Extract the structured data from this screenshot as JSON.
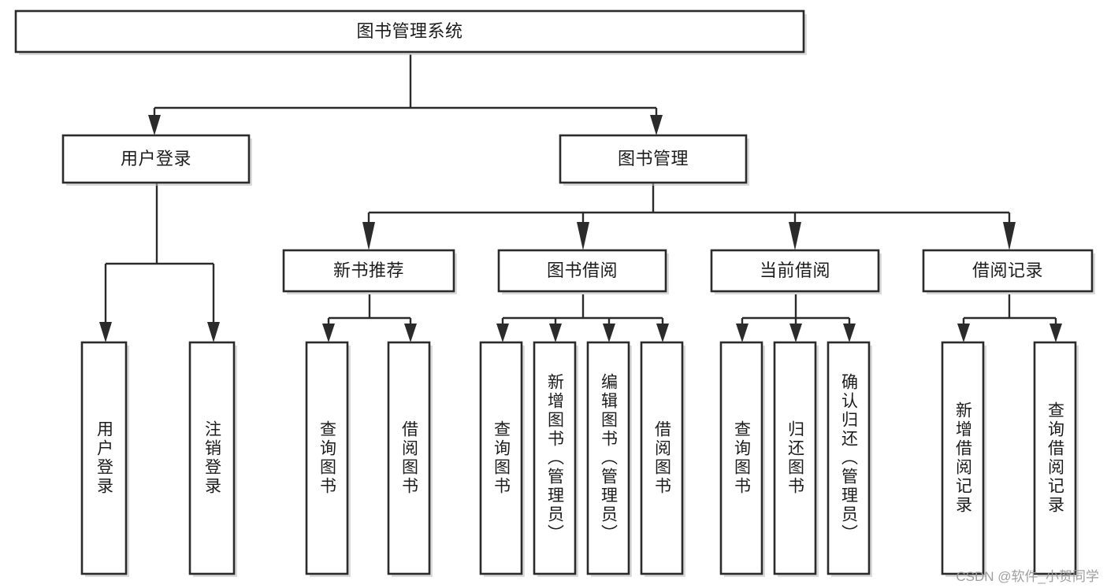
{
  "diagram": {
    "title": "图书管理系统",
    "type": "tree-hierarchy-diagram",
    "watermark": "CSDN @软件_小贺同学",
    "colors": {
      "stroke": "#2b2b2b",
      "fill": "#ffffff",
      "text": "#1c1c1c",
      "watermark": "#9a9a9a",
      "background": "#ffffff"
    },
    "levels": {
      "root": {
        "label": "图书管理系统"
      },
      "level2": [
        {
          "id": "user-login",
          "label": "用户登录"
        },
        {
          "id": "book-management",
          "label": "图书管理"
        }
      ],
      "level3": [
        {
          "id": "new-book-recommend",
          "label": "新书推荐",
          "parent": "book-management"
        },
        {
          "id": "book-borrow",
          "label": "图书借阅",
          "parent": "book-management"
        },
        {
          "id": "current-borrow",
          "label": "当前借阅",
          "parent": "book-management"
        },
        {
          "id": "borrow-record",
          "label": "借阅记录",
          "parent": "book-management"
        }
      ],
      "leaves": [
        {
          "id": "leaf-user-login",
          "label": "用户登录",
          "parent": "user-login"
        },
        {
          "id": "leaf-logout-login",
          "label": "注销登录",
          "parent": "user-login"
        },
        {
          "id": "leaf-query-books-1",
          "label": "查询图书",
          "parent": "new-book-recommend"
        },
        {
          "id": "leaf-borrow-books-1",
          "label": "借阅图书",
          "parent": "new-book-recommend"
        },
        {
          "id": "leaf-query-books-2",
          "label": "查询图书",
          "parent": "book-borrow"
        },
        {
          "id": "leaf-add-book",
          "label": "新增图书（管理员）",
          "parent": "book-borrow"
        },
        {
          "id": "leaf-edit-book",
          "label": "编辑图书（管理员）",
          "parent": "book-borrow"
        },
        {
          "id": "leaf-borrow-books-2",
          "label": "借阅图书",
          "parent": "book-borrow"
        },
        {
          "id": "leaf-query-books-3",
          "label": "查询图书",
          "parent": "current-borrow"
        },
        {
          "id": "leaf-return-book",
          "label": "归还图书",
          "parent": "current-borrow"
        },
        {
          "id": "leaf-confirm-return",
          "label": "确认归还（管理员）",
          "parent": "current-borrow"
        },
        {
          "id": "leaf-add-record",
          "label": "新增借阅记录",
          "parent": "borrow-record"
        },
        {
          "id": "leaf-query-record",
          "label": "查询借阅记录",
          "parent": "borrow-record"
        }
      ]
    }
  }
}
